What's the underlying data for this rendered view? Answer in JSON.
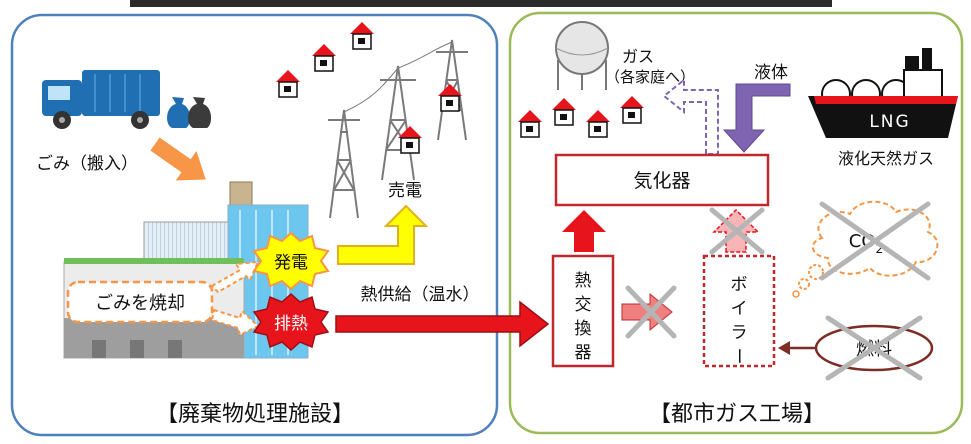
{
  "left_panel": {
    "title": "【廃棄物処理施設】",
    "waste_label": "ごみ（搬入）",
    "incinerate_label": "ごみを焼却",
    "power_gen_label": "発電",
    "waste_heat_label": "排熱",
    "electricity_sale_label": "売電"
  },
  "heat_supply_label": "熱供給（温水）",
  "right_panel": {
    "title": "【都市ガス工場】",
    "gas_label_line1": "ガス",
    "gas_label_line2": "（各家庭へ）",
    "liquid_label": "液体",
    "lng_label": "LNG",
    "lng_caption": "液化天然ガス",
    "vaporizer_label": "気化器",
    "heat_exchanger_label": "熱交換器",
    "boiler_label": "ボイラー",
    "co2_label": "CO",
    "co2_subscript": "2",
    "fuel_label": "燃料"
  },
  "colors": {
    "left_border": "#4f81bd",
    "right_border": "#9bbb59",
    "red": "#e8141b",
    "dark_red": "#c0282d",
    "orange": "#f79646",
    "yellow": "#ffff00",
    "purple": "#7f64b2",
    "brown": "#7b2d26"
  }
}
